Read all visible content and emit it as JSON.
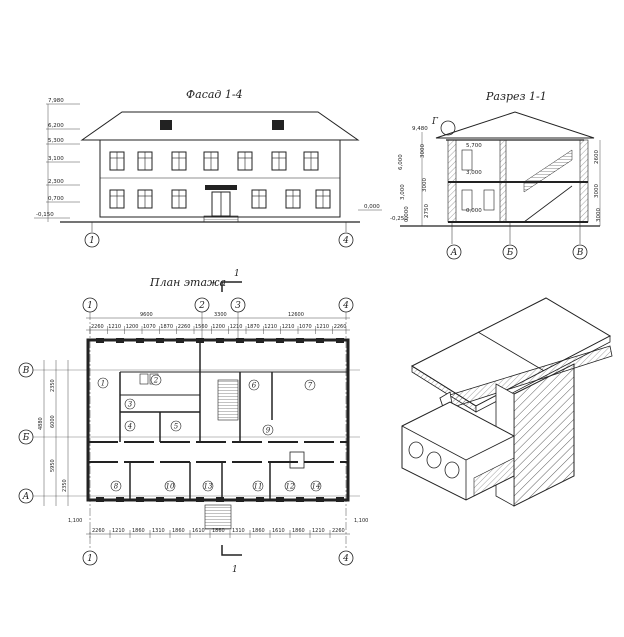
{
  "titles": {
    "facade": "Фасад 1-4",
    "section": "Разрез 1-1",
    "plan": "План этажа",
    "section_mark": "1"
  },
  "facade": {
    "levels": [
      "7,980",
      "6,200",
      "5,300",
      "3,100",
      "2,300",
      "0,700",
      "-0,150"
    ],
    "ground_right": "0,000",
    "axes": [
      "1",
      "4"
    ]
  },
  "section": {
    "levels_left": [
      "9,480",
      "6,000",
      "3,000",
      "0,000",
      "-0,250"
    ],
    "levels_inner": [
      "5,700",
      "3,000",
      "0,000"
    ],
    "dims_right": [
      "2600",
      "3000",
      "3000"
    ],
    "dims_left": [
      "3000",
      "3000",
      "2750"
    ],
    "axes": [
      "А",
      "Б",
      "В"
    ],
    "marker": "Г"
  },
  "plan": {
    "axes_top": [
      "1",
      "2",
      "3",
      "4"
    ],
    "axes_bottom": [
      "1",
      "4"
    ],
    "axes_left": [
      "В",
      "Б",
      "А"
    ],
    "dim_top_total": [
      "9600",
      "3300",
      "12600"
    ],
    "dim_top_chain": [
      "2260",
      "1210",
      "1200",
      "1070",
      "1870",
      "2260",
      "1560",
      "1200",
      "1210",
      "1870",
      "1210",
      "1210",
      "1070",
      "1210",
      "2260"
    ],
    "dim_bottom_chain": [
      "2260",
      "1210",
      "1860",
      "1310",
      "1860",
      "1610",
      "1860",
      "1310",
      "1860",
      "1610",
      "1860",
      "1210",
      "2260"
    ],
    "dim_left": [
      "2350",
      "4880",
      "6000",
      "5950",
      "2350"
    ],
    "dim_side_small": [
      "1,100",
      "1,100"
    ],
    "rooms": [
      "1",
      "2",
      "3",
      "4",
      "5",
      "6",
      "7",
      "8",
      "9",
      "10",
      "11",
      "12",
      "13",
      "14"
    ],
    "section_mark": "1"
  }
}
